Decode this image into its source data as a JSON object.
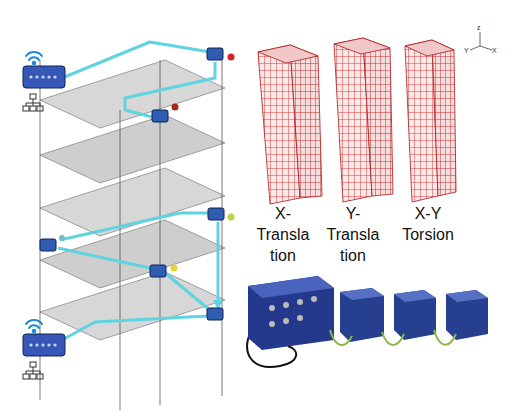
{
  "diagram": {
    "labels": [
      "X- Transla tion",
      "Y- Transla tion",
      "X-Y Torsion",
      "z",
      "Y",
      "X"
    ]
  }
}
